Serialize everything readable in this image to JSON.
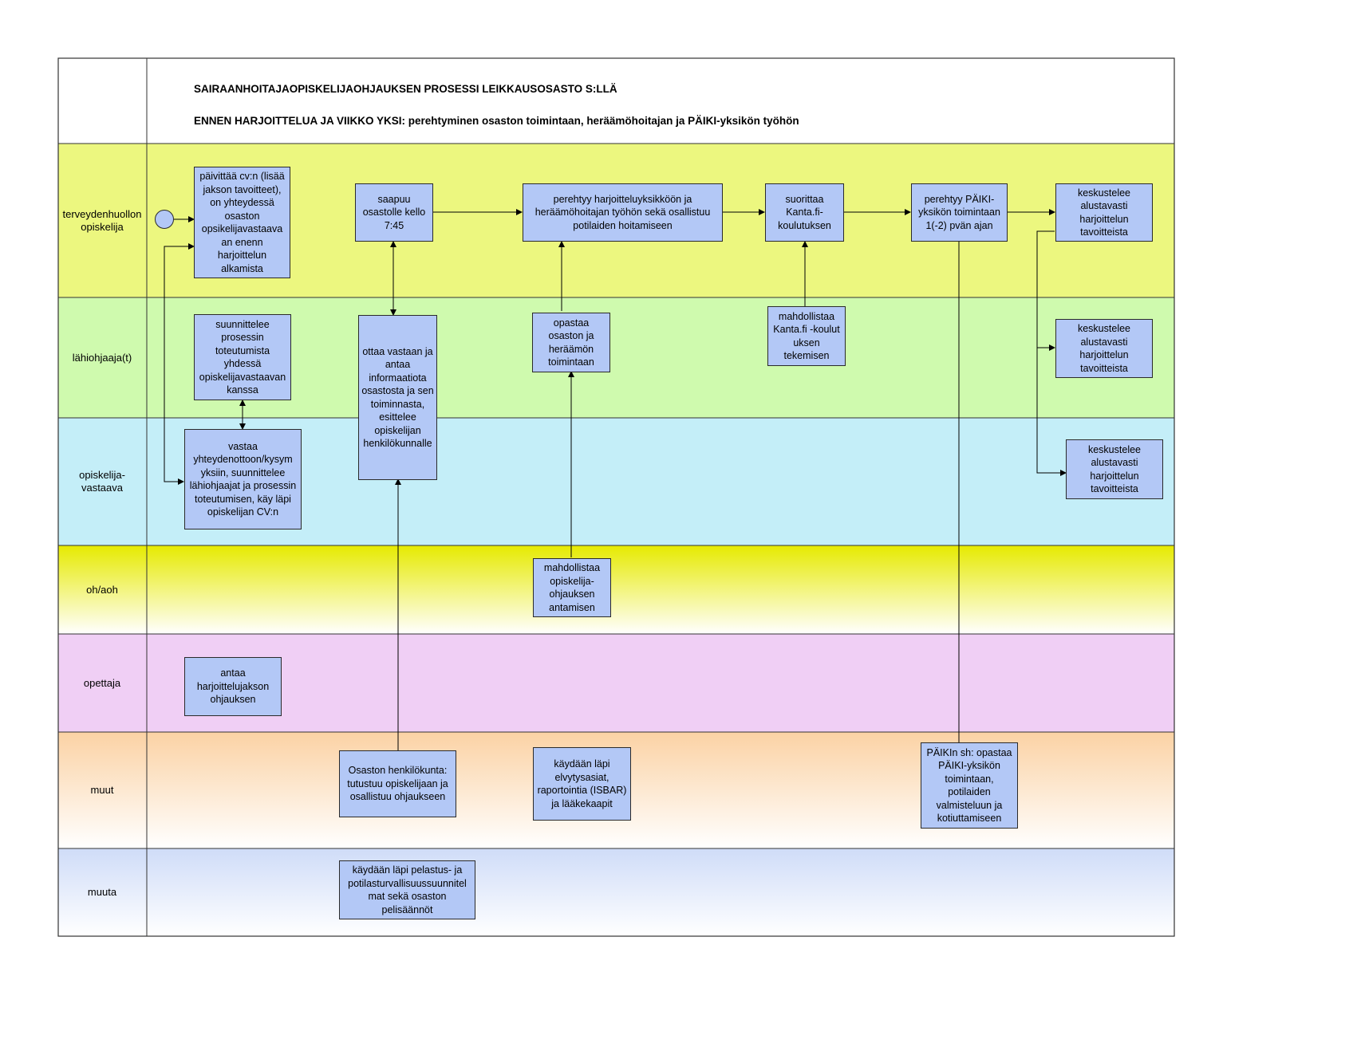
{
  "header": {
    "title": "SAIRAANHOITAJAOPISKELIJAOHJAUKSEN PROSESSI LEIKKAUSOSASTO S:LLÄ",
    "subtitle": "ENNEN HARJOITTELUA JA VIIKKO YKSI: perehtyminen osaston toimintaan, heräämöhoitajan ja PÄIKI-yksikön työhön"
  },
  "lanes": [
    {
      "label": "terveydenhuollon opiskelija",
      "color": "#ecf77f"
    },
    {
      "label": "lähiohjaaja(t)",
      "color": "#cffaae"
    },
    {
      "label": "opiskelija-vastaava",
      "color": "#c4eef8"
    },
    {
      "label": "oh/aoh",
      "color": "#e8ec06"
    },
    {
      "label": "opettaja",
      "color": "#f0cff5"
    },
    {
      "label": "muut",
      "color": "#fbd7ae"
    },
    {
      "label": "muuta",
      "color": "#d2def8"
    }
  ],
  "boxes": {
    "b1": "päivittää cv:n (lisää jakson tavoitteet), on yhteydessä osaston opsikelijavastaava an enenn harjoittelun alkamista",
    "b2": "saapuu osastolle kello 7:45",
    "b3": "perehtyy harjoitteluyksikköön ja heräämöhoitajan työhön sekä osallistuu potilaiden hoitamiseen",
    "b4": "suorittaa Kanta.fi-koulutuksen",
    "b5": "perehtyy PÄIKI-yksikön toimintaan 1(-2) pvän ajan",
    "b6": "keskustelee alustavasti harjoittelun tavoitteista",
    "b7": "suunnittelee prosessin toteutumista yhdessä opiskelijavastaavan kanssa",
    "b8": "ottaa vastaan ja antaa informaatiota osastosta ja sen toiminnasta, esittelee opiskelijan henkilökunnalle",
    "b9": "opastaa osaston ja heräämön toimintaan",
    "b10": "mahdollistaa Kanta.fi -koulut uksen tekemisen",
    "b11": "keskustelee alustavasti harjoittelun tavoitteista",
    "b12": "vastaa yhteydenottoon/kysym yksiin, suunnittelee lähiohjaajat ja prosessin toteutumisen, käy läpi opiskelijan CV:n",
    "b13": "keskustelee alustavasti harjoittelun tavoitteista",
    "b14": "mahdollistaa opiskelija-ohjauksen antamisen",
    "b15": "antaa harjoittelujakson ohjauksen",
    "b16": "Osaston henkilökunta: tutustuu opiskelijaan ja osallistuu ohjaukseen",
    "b17": "käydään läpi elvytysasiat, raportointia (ISBAR) ja lääkekaapit",
    "b18": "PÄIKIn sh: opastaa PÄIKI-yksikön toimintaan, potilaiden valmisteluun ja kotiuttamiseen",
    "b19": "käydään läpi pelastus- ja potilasturvallisuussuunnitel mat sekä osaston pelisäännöt"
  }
}
